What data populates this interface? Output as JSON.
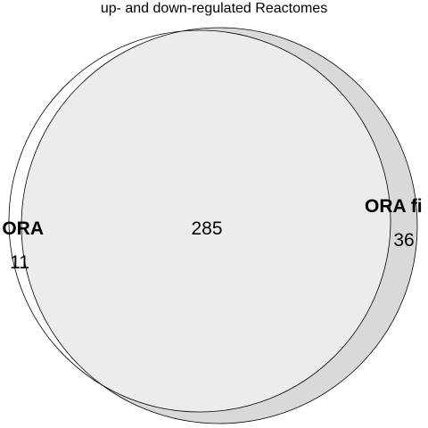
{
  "title": "up- and down-regulated Reactomes",
  "colors": {
    "left_only_fill": "#ffffff",
    "right_only_fill": "#d9d9d9",
    "intersection_fill": "#ececec",
    "outline": "#000000"
  },
  "sets": [
    {
      "label": "ORA",
      "only_count": "11"
    },
    {
      "label": "ORA fi",
      "only_count": "36"
    }
  ],
  "intersection_count": "285"
}
